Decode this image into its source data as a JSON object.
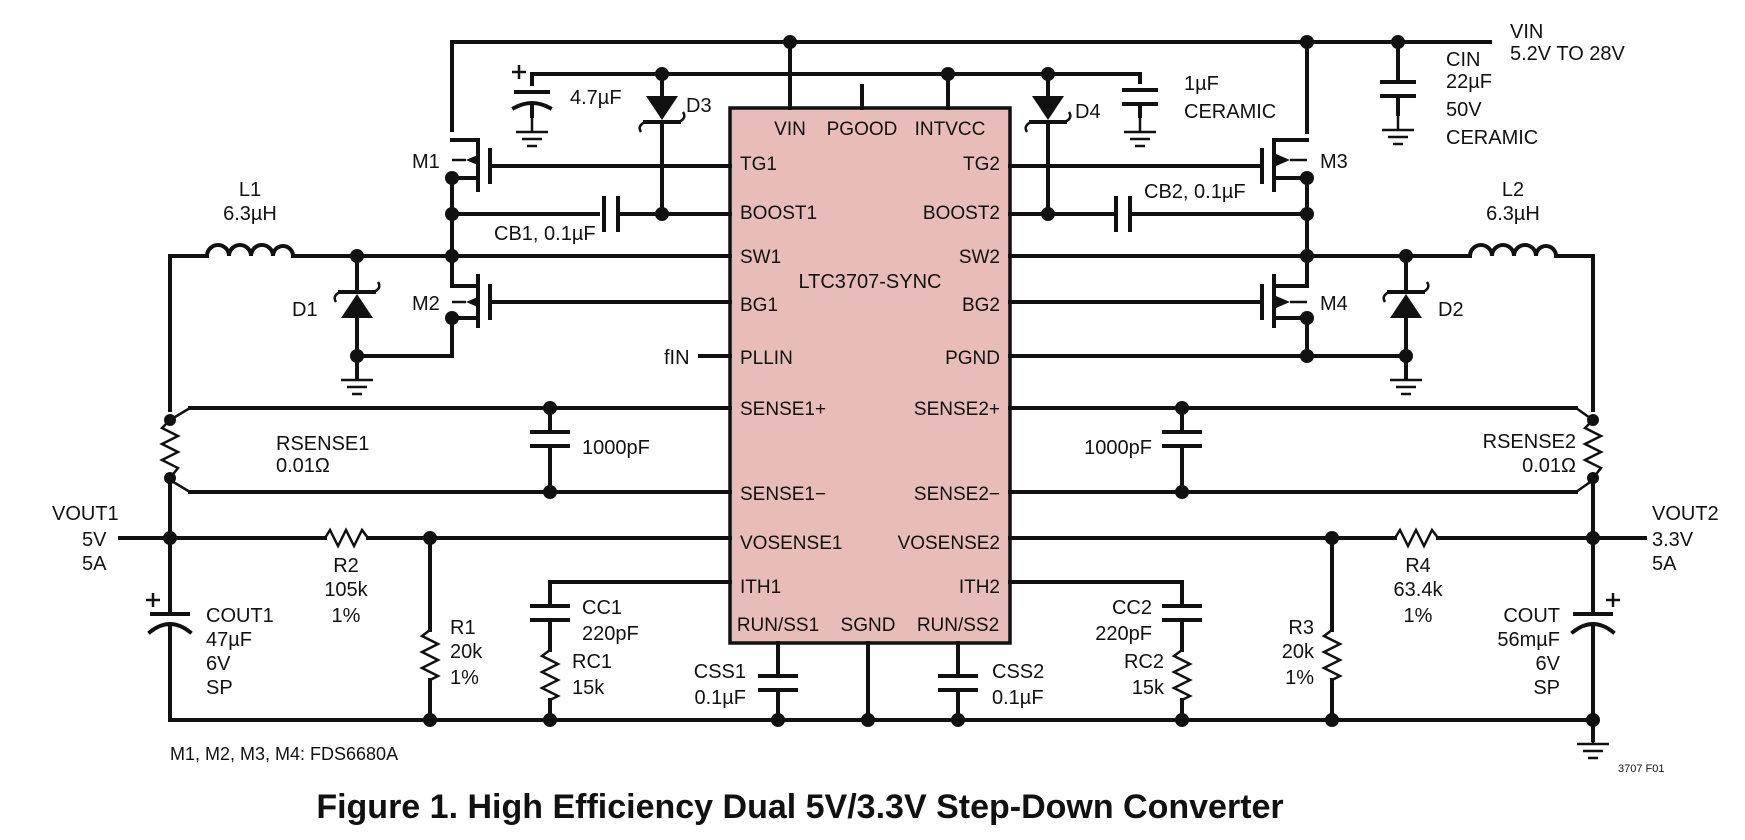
{
  "caption": "Figure 1. High Efficiency Dual 5V/3.3V Step-Down Converter",
  "ic": {
    "part": "LTC3707-SYNC",
    "left_pins": [
      "TG1",
      "BOOST1",
      "SW1",
      "BG1",
      "PLLIN",
      "SENSE1+",
      "SENSE1−",
      "VOSENSE1",
      "ITH1"
    ],
    "right_pins": [
      "TG2",
      "BOOST2",
      "SW2",
      "BG2",
      "PGND",
      "SENSE2+",
      "SENSE2−",
      "VOSENSE2",
      "ITH2"
    ],
    "top_pins": [
      "VIN",
      "PGOOD",
      "INTVCC"
    ],
    "bottom_pins": [
      "RUN/SS1",
      "SGND",
      "RUN/SS2"
    ]
  },
  "input": {
    "label": "VIN",
    "range": "5.2V TO 28V"
  },
  "outputs": [
    {
      "label": "VOUT1",
      "voltage": "5V",
      "current": "5A"
    },
    {
      "label": "VOUT2",
      "voltage": "3.3V",
      "current": "5A"
    }
  ],
  "components": {
    "cin": {
      "name": "CIN",
      "values": [
        "22µF",
        "50V",
        "CERAMIC"
      ]
    },
    "c_intvcc": {
      "value": "1µF",
      "type": "CERAMIC"
    },
    "c_boost_supply": "4.7µF",
    "d3": "D3",
    "d4": "D4",
    "d1": "D1",
    "d2": "D2",
    "m1": "M1",
    "m2": "M2",
    "m3": "M3",
    "m4": "M4",
    "cb1": "CB1, 0.1µF",
    "cb2": "CB2, 0.1µF",
    "l1": {
      "name": "L1",
      "value": "6.3µH"
    },
    "l2": {
      "name": "L2",
      "value": "6.3µH"
    },
    "rsense1": {
      "name": "RSENSE1",
      "value": "0.01Ω"
    },
    "rsense2": {
      "name": "RSENSE2",
      "value": "0.01Ω"
    },
    "c_sense1": "1000pF",
    "c_sense2": "1000pF",
    "r2": {
      "name": "R2",
      "values": [
        "105k",
        "1%"
      ]
    },
    "r1": {
      "name": "R1",
      "values": [
        "20k",
        "1%"
      ]
    },
    "r4": {
      "name": "R4",
      "values": [
        "63.4k",
        "1%"
      ]
    },
    "r3": {
      "name": "R3",
      "values": [
        "20k",
        "1%"
      ]
    },
    "cc1": {
      "name": "CC1",
      "value": "220pF"
    },
    "rc1": {
      "name": "RC1",
      "value": "15k"
    },
    "cc2": {
      "name": "CC2",
      "value": "220pF"
    },
    "rc2": {
      "name": "RC2",
      "value": "15k"
    },
    "css1": {
      "name": "CSS1",
      "value": "0.1µF"
    },
    "css2": {
      "name": "CSS2",
      "value": "0.1µF"
    },
    "cout1": {
      "name": "COUT1",
      "values": [
        "47µF",
        "6V",
        "SP"
      ]
    },
    "cout2": {
      "name": "COUT",
      "values": [
        "56mµF",
        "6V",
        "SP"
      ]
    },
    "fin": "fIN"
  },
  "mosfet_note": "M1, M2, M3, M4: FDS6680A",
  "figure_code": "3707 F01"
}
